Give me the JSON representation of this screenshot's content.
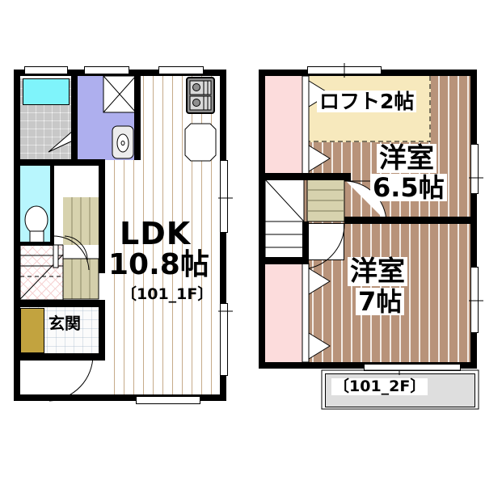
{
  "meta": {
    "plan_type": "residential-floor-plan",
    "units": "帖 (tatami mats)",
    "floors": 2
  },
  "floor1": {
    "id": "101_1F",
    "id_label": "〔101_1F〕",
    "rooms": [
      {
        "name": "LDK",
        "name_label": "LDK",
        "size_label": "10.8帖",
        "size_value": 10.8,
        "floor": "wood"
      },
      {
        "name": "entrance",
        "name_label": "玄関",
        "size_label": "",
        "floor": "tile"
      },
      {
        "name": "bathroom",
        "name_label": "",
        "floor": "tile-gray"
      },
      {
        "name": "toilet",
        "name_label": "",
        "floor": "white"
      },
      {
        "name": "washroom",
        "name_label": "",
        "floor": "purple"
      },
      {
        "name": "stairs",
        "name_label": "",
        "floor": "wood-step"
      }
    ],
    "fixtures": [
      {
        "name": "bathtub",
        "color": "#7ff4fb"
      },
      {
        "name": "toilet-bowl",
        "color": "#ffffff"
      },
      {
        "name": "kitchen-stove",
        "color": "#808080"
      },
      {
        "name": "kitchen-sink",
        "color": "#ffffff"
      },
      {
        "name": "washbasin",
        "color": "#ececec"
      },
      {
        "name": "washing-machine-space",
        "color": "#ffffff"
      },
      {
        "name": "shoe-cabinet",
        "color": "#c2a33f"
      }
    ],
    "windows": 3,
    "doors": [
      "entrance-door",
      "ldk-door",
      "bath-door",
      "toilet-door",
      "washroom-door"
    ]
  },
  "floor2": {
    "id": "101_2F",
    "id_label": "〔101_2F〕",
    "rooms": [
      {
        "name": "loft",
        "name_label": "ロフト2帖",
        "label_text": "ロフト2帖",
        "size_value": 2,
        "floor": "loft"
      },
      {
        "name": "western-room-upper",
        "name_label": "洋室",
        "size_label": "6.5帖",
        "size_value": 6.5,
        "floor": "wood"
      },
      {
        "name": "western-room-lower",
        "name_label": "洋室",
        "size_label": "7帖",
        "size_value": 7,
        "floor": "wood"
      },
      {
        "name": "closet-upper",
        "name_label": "",
        "floor": "pink"
      },
      {
        "name": "closet-lower",
        "name_label": "",
        "floor": "pink"
      },
      {
        "name": "stairs-down",
        "name_label": "",
        "floor": "white"
      },
      {
        "name": "balcony",
        "name_label": "",
        "floor": "gray"
      }
    ],
    "windows": 3,
    "doors": [
      "room-door-upper",
      "room-door-lower",
      "closet-sliding-doors"
    ]
  },
  "colors": {
    "wall": "#000000",
    "bathtub": "#7ff4fb",
    "toilet_floor": "#b8f6fd",
    "washroom": "#aeafee",
    "closet_pink": "#fcdcdc",
    "loft": "#f7e9bd",
    "balcony": "#dedede",
    "shoe_cabinet": "#c2a33f",
    "wood_2f": "#b8937a",
    "stair_tread": "#d7d2ae"
  }
}
